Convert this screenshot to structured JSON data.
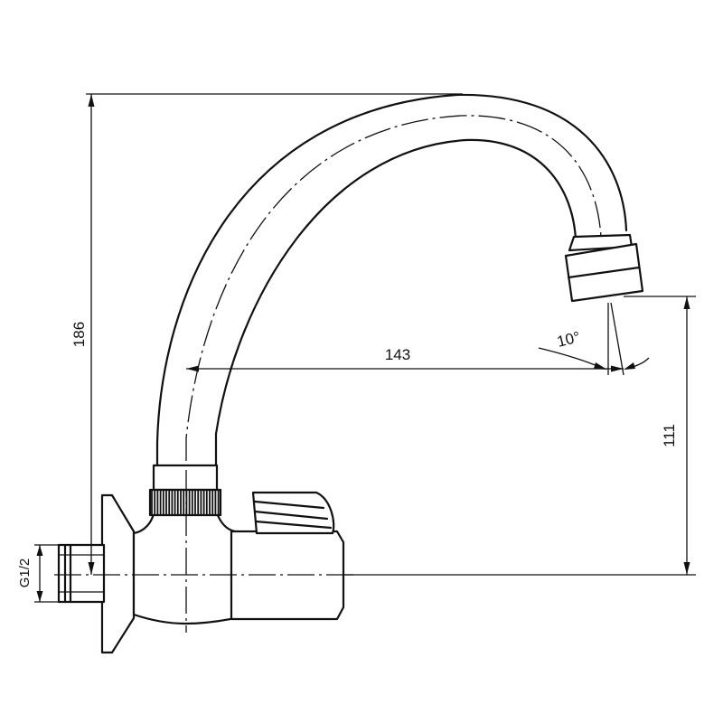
{
  "dimensions": {
    "total_height": "186",
    "spout_reach": "143",
    "outlet_height": "111",
    "spout_angle": "10°",
    "thread_size": "G1/2"
  }
}
